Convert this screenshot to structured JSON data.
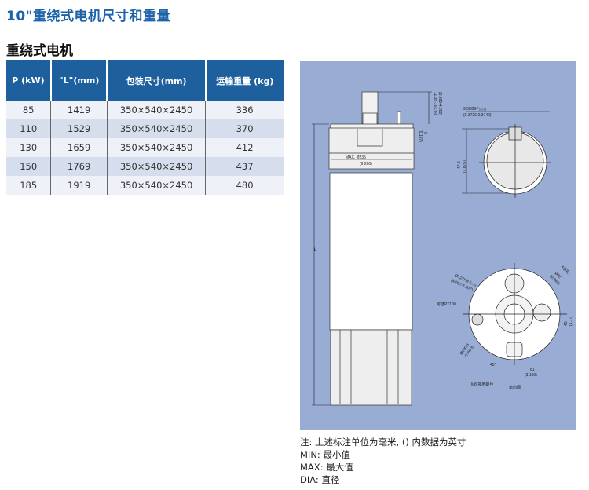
{
  "title": "10\"重绕式电机尺寸和重量",
  "subtitle": "重绕式电机",
  "table": {
    "headers": [
      "P (kW)",
      "\"L\"(mm)",
      "包装尺寸(mm)",
      "运输重量 (kg)"
    ],
    "rows": [
      [
        "85",
        "1419",
        "350×540×2450",
        "336"
      ],
      [
        "110",
        "1529",
        "350×540×2450",
        "370"
      ],
      [
        "130",
        "1659",
        "350×540×2450",
        "412"
      ],
      [
        "150",
        "1769",
        "350×540×2450",
        "437"
      ],
      [
        "185",
        "1919",
        "350×540×2450",
        "480"
      ]
    ]
  },
  "drawing": {
    "shaft_len": "11.35-101.60",
    "shaft_len_in": "(3.990-4.000)",
    "gap": "5",
    "gap_in": "(0.197)",
    "max_dia": "MAX. Ø235",
    "max_dia_in": "(9.260)",
    "L": "L",
    "key": "9.5H09-⁰₀.₀₃₆",
    "key_in": "(0.3726-0.3740)",
    "shaft_dia": "47.6",
    "shaft_dia_in": "(1.875)",
    "holes": "4通孔",
    "holes_dia": "Ø22",
    "holes_in": "(0.866)",
    "pilot": "Ø127H8-⁰₀.₀₆₃",
    "pilot_in": "(4.997-5.007)",
    "pt100": "可选PT100",
    "bolt_circle": "Ø190.5",
    "bolt_circle_in": "(7.500)",
    "angle": "45°",
    "offset": "81",
    "offset_in": "(3.190)",
    "right_dim": "45",
    "right_dim_in": "(1.77)",
    "ground": "M8 接地螺丝",
    "check_valve": "单向阀"
  },
  "notes": [
    "注: 上述标注单位为毫米, () 内数据为英寸",
    "MIN: 最小值",
    "MAX: 最大值",
    "DIA: 直径"
  ]
}
